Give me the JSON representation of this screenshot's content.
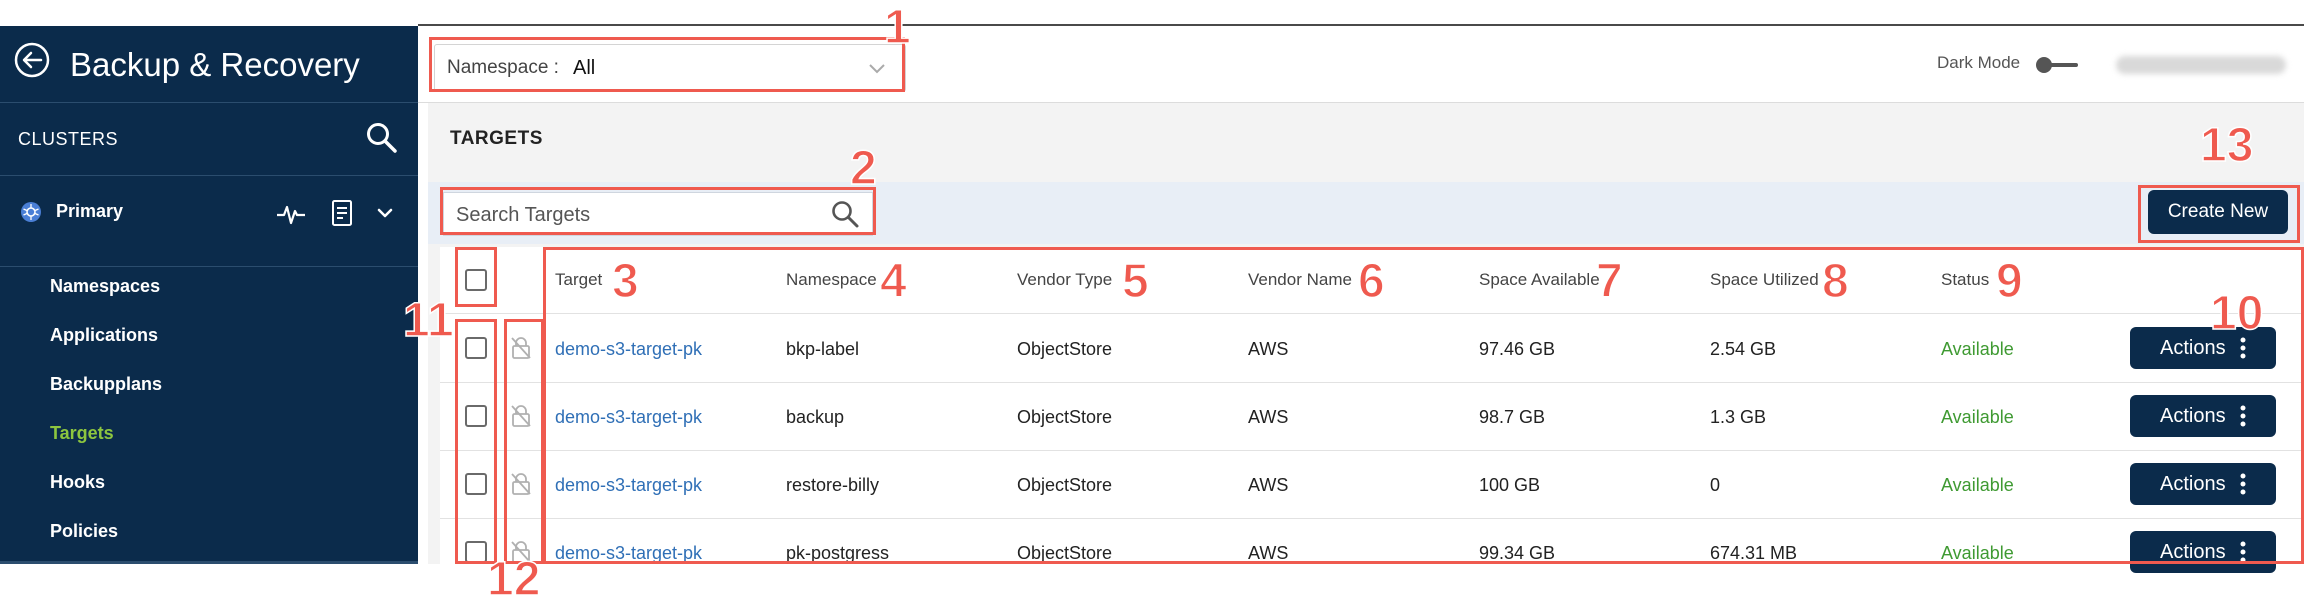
{
  "sidebar": {
    "title": "Backup & Recovery",
    "clusters_label": "CLUSTERS",
    "cluster_name": "Primary",
    "nav": [
      {
        "label": "Namespaces",
        "color": "#ffffff"
      },
      {
        "label": "Applications",
        "color": "#ffffff"
      },
      {
        "label": "Backupplans",
        "color": "#ffffff"
      },
      {
        "label": "Targets",
        "color": "#8dc63f"
      },
      {
        "label": "Hooks",
        "color": "#ffffff"
      },
      {
        "label": "Policies",
        "color": "#ffffff"
      }
    ]
  },
  "topbar": {
    "namespace_label": "Namespace :",
    "namespace_value": "All",
    "dark_mode_label": "Dark Mode"
  },
  "page": {
    "title": "TARGETS",
    "search_placeholder": "Search Targets",
    "create_label": "Create New"
  },
  "table": {
    "columns": [
      "Target",
      "Namespace",
      "Vendor Type",
      "Vendor Name",
      "Space Available",
      "Space Utilized",
      "Status"
    ],
    "rows": [
      {
        "target": "demo-s3-target-pk",
        "namespace": "bkp-label",
        "vendor_type": "ObjectStore",
        "vendor_name": "AWS",
        "space_available": "97.46 GB",
        "space_utilized": "2.54 GB",
        "status": "Available",
        "action": "Actions"
      },
      {
        "target": "demo-s3-target-pk",
        "namespace": "backup",
        "vendor_type": "ObjectStore",
        "vendor_name": "AWS",
        "space_available": "98.7 GB",
        "space_utilized": "1.3 GB",
        "status": "Available",
        "action": "Actions"
      },
      {
        "target": "demo-s3-target-pk",
        "namespace": "restore-billy",
        "vendor_type": "ObjectStore",
        "vendor_name": "AWS",
        "space_available": "100 GB",
        "space_utilized": "0",
        "status": "Available",
        "action": "Actions"
      },
      {
        "target": "demo-s3-target-pk",
        "namespace": "pk-postgress",
        "vendor_type": "ObjectStore",
        "vendor_name": "AWS",
        "space_available": "99.34 GB",
        "space_utilized": "674.31 MB",
        "status": "Available",
        "action": "Actions"
      }
    ]
  },
  "annotations": [
    "1",
    "2",
    "3",
    "4",
    "5",
    "6",
    "7",
    "8",
    "9",
    "10",
    "11",
    "12",
    "13"
  ],
  "colors": {
    "sidebar_bg": "#0b2b4b",
    "accent_green": "#8dc63f",
    "link_blue": "#2f6fb6",
    "status_green": "#3f9a32",
    "annotation_red": "#ef5a4f"
  }
}
